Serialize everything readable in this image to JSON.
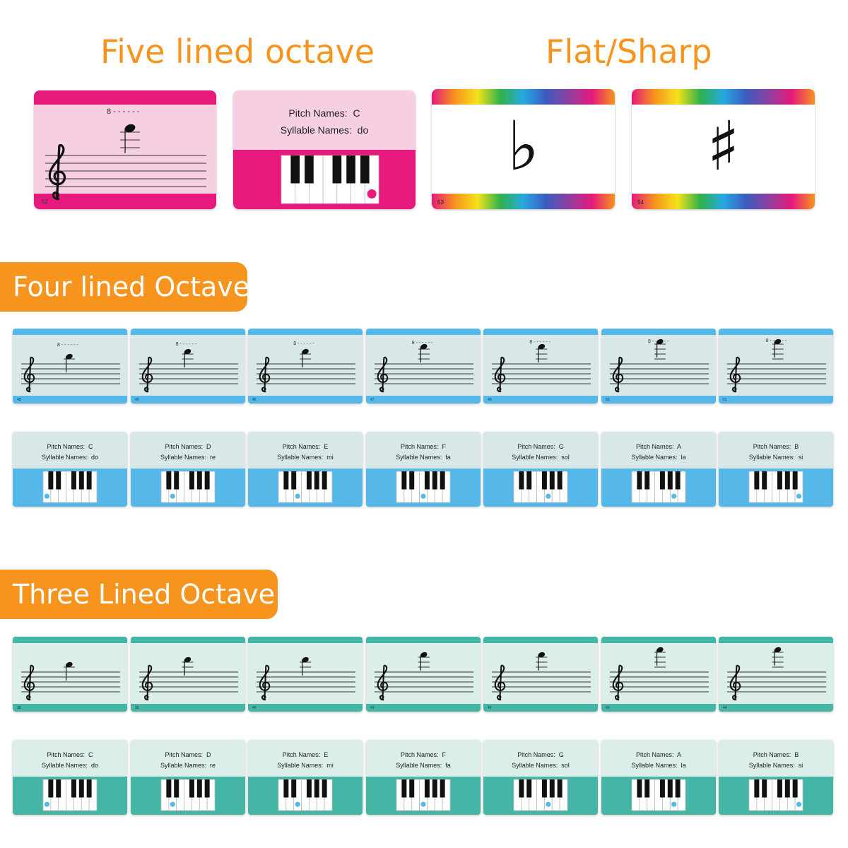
{
  "titles": {
    "five_lined": "Five lined octave",
    "flat_sharp": "Flat/Sharp",
    "four_lined": "Four lined Octave",
    "three_lined": "Three Lined Octave"
  },
  "labels": {
    "pitch_prefix": "Pitch Names:",
    "syllable_prefix": "Syllable Names:",
    "octave_mark": "8 - - - - - -",
    "clef_symbol": "treble-clef-icon"
  },
  "colors": {
    "accent_orange": "#f7941d",
    "five_pink_dark": "#e6197c",
    "five_pink_light": "#f6cfe2",
    "four_blue_dark": "#55b8e8",
    "four_blue_light": "#d8e8e8",
    "three_teal_dark": "#45b5a6",
    "three_teal_light": "#dbeeea",
    "key_marker_pink": "#e6197c",
    "key_marker_blue": "#55b8e8"
  },
  "five_lined": {
    "note_card": {
      "number": "52"
    },
    "key_card": {
      "pitch": "C",
      "syllable": "do"
    }
  },
  "flat_sharp": {
    "flat": {
      "symbol": "♭",
      "number": "53",
      "icon": "flat-symbol-icon"
    },
    "sharp": {
      "symbol": "♯",
      "number": "54",
      "icon": "sharp-symbol-icon"
    }
  },
  "four_lined": {
    "note_cards": [
      {
        "number": "48"
      },
      {
        "number": "45"
      },
      {
        "number": "46"
      },
      {
        "number": "47"
      },
      {
        "number": "49"
      },
      {
        "number": "50"
      },
      {
        "number": "51"
      }
    ],
    "key_cards": [
      {
        "pitch": "C",
        "syllable": "do"
      },
      {
        "pitch": "D",
        "syllable": "re"
      },
      {
        "pitch": "E",
        "syllable": "mi"
      },
      {
        "pitch": "F",
        "syllable": "fa"
      },
      {
        "pitch": "G",
        "syllable": "sol"
      },
      {
        "pitch": "A",
        "syllable": "la"
      },
      {
        "pitch": "B",
        "syllable": "si"
      }
    ]
  },
  "three_lined": {
    "note_cards": [
      {
        "number": "38"
      },
      {
        "number": "39"
      },
      {
        "number": "40"
      },
      {
        "number": "41"
      },
      {
        "number": "42"
      },
      {
        "number": "43"
      },
      {
        "number": "44"
      }
    ],
    "key_cards": [
      {
        "pitch": "C",
        "syllable": "do"
      },
      {
        "pitch": "D",
        "syllable": "re"
      },
      {
        "pitch": "E",
        "syllable": "mi"
      },
      {
        "pitch": "F",
        "syllable": "fa"
      },
      {
        "pitch": "G",
        "syllable": "sol"
      },
      {
        "pitch": "A",
        "syllable": "la"
      },
      {
        "pitch": "B",
        "syllable": "si"
      }
    ]
  }
}
